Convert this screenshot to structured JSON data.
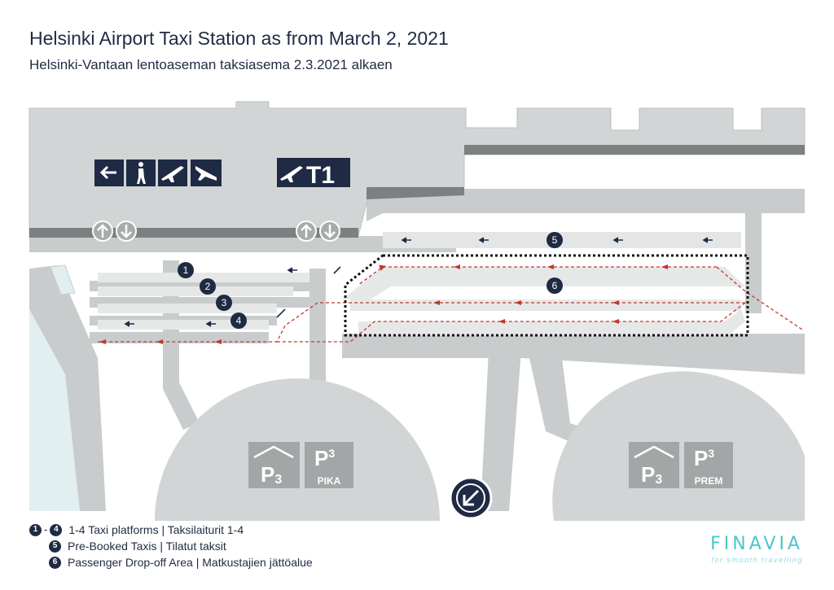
{
  "title": "Helsinki Airport Taxi Station as from March 2, 2021",
  "subtitle": "Helsinki-Vantaan lentoaseman taksiasema 2.3.2021 alkaen",
  "map": {
    "sign_terminal": "T1",
    "platforms": [
      "1",
      "2",
      "3",
      "4"
    ],
    "prebooked_marker": "5",
    "dropoff_marker": "6",
    "parking_left": {
      "p3": "P",
      "p3_sub": "3",
      "pika": "P",
      "pika_sub": "3",
      "pika_label": "PIKA"
    },
    "parking_right": {
      "p3": "P",
      "p3_sub": "3",
      "prem": "P",
      "prem_sub": "3",
      "prem_label": "PREM"
    },
    "colors": {
      "building": "#d2d5d5",
      "road": "#c9cccc",
      "navy": "#1f2a44",
      "route": "#c0392b",
      "dark_band": "#7c8080"
    },
    "icons": [
      "arrow-left-icon",
      "pedestrian-icon",
      "departures-icon",
      "arrivals-icon",
      "up-arrow-icon",
      "down-arrow-icon",
      "entrance-icon"
    ]
  },
  "legend": [
    {
      "from": "1",
      "to": "4",
      "text": "1-4 Taxi platforms | Taksilaiturit 1-4"
    },
    {
      "from": "5",
      "text": "Pre-Booked Taxis | Tilatut taksit"
    },
    {
      "from": "6",
      "text": "Passenger Drop-off Area | Matkustajien jättöalue"
    }
  ],
  "brand": {
    "name": "FINAVIA",
    "tagline": "for smooth travelling"
  }
}
